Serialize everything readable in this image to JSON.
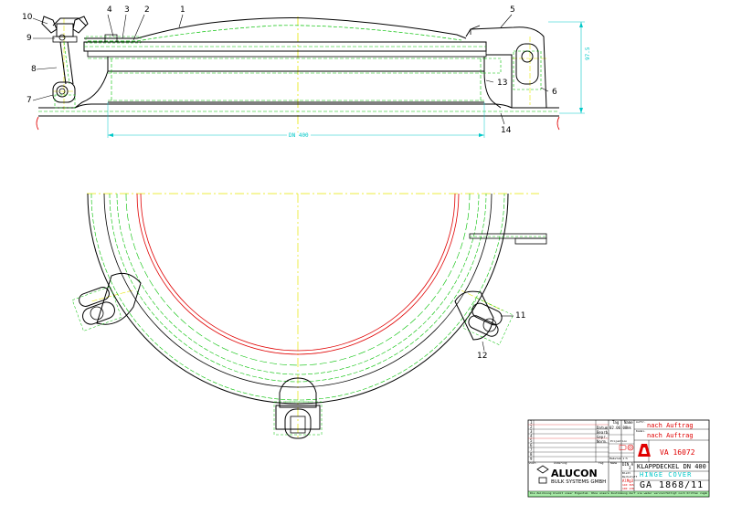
{
  "callouts": {
    "c1": "1",
    "c2": "2",
    "c3": "3",
    "c4": "4",
    "c5": "5",
    "c6": "6",
    "c7": "7",
    "c8": "8",
    "c9": "9",
    "c10": "10",
    "c11": "11",
    "c12": "12",
    "c13": "13",
    "c14": "14"
  },
  "dimensions": {
    "diameter": "DN 400",
    "height": "97.5"
  },
  "title_block": {
    "rev_rows": [
      "1",
      "2",
      "3",
      "4",
      "5",
      "6",
      "7",
      "8",
      "9"
    ],
    "rev_col_zust": "Zust.",
    "rev_col_aenderung": "Änderung",
    "rev_col_tag": "Tag",
    "rev_col_name": "Name",
    "hdr_tag": "Tag",
    "hdr_name": "Name",
    "row_datum": "Datum",
    "row_datum_tag": "02.06.08",
    "row_datum_name": "kk",
    "row_bearb": "Bearb.",
    "row_gepr": "Gepr.",
    "row_norm": "Norm.",
    "right_1_label": "Auftr.",
    "right_1_value": "nach Auftrag",
    "right_2_label": "Kommi.",
    "right_2_value": "nach Auftrag",
    "projection_label": "Projektion",
    "scale_label": "Maßstab 1:5",
    "drawing_no": "VA 16072",
    "format_label": "DIN A",
    "format_value": "3",
    "sheet": "Blatt",
    "material_label": "Werkstoff",
    "material_lines": [
      "AlMg3",
      "140 365",
      "100 138"
    ],
    "title_de": "KLAPPDECKEL DN 400",
    "title_en": "HINGE COVER",
    "doc_number": "GA 1868/11",
    "company": "ALUCON",
    "company_sub": "BULK SYSTEMS GMBH",
    "footer_note": "Die Zeichnung bleibt unser Eigentum. Ohne unsere Zustimmung darf sie weder vervielfältigt noch Dritten zugänglich gemacht werden."
  },
  "colors": {
    "outline": "#000000",
    "hidden": "#00c000",
    "centerline": "#e6e600",
    "gasket": "#e00000",
    "dimension": "#00c8c8",
    "subtitle": "#00c8c8",
    "logo_red": "#e00000"
  }
}
